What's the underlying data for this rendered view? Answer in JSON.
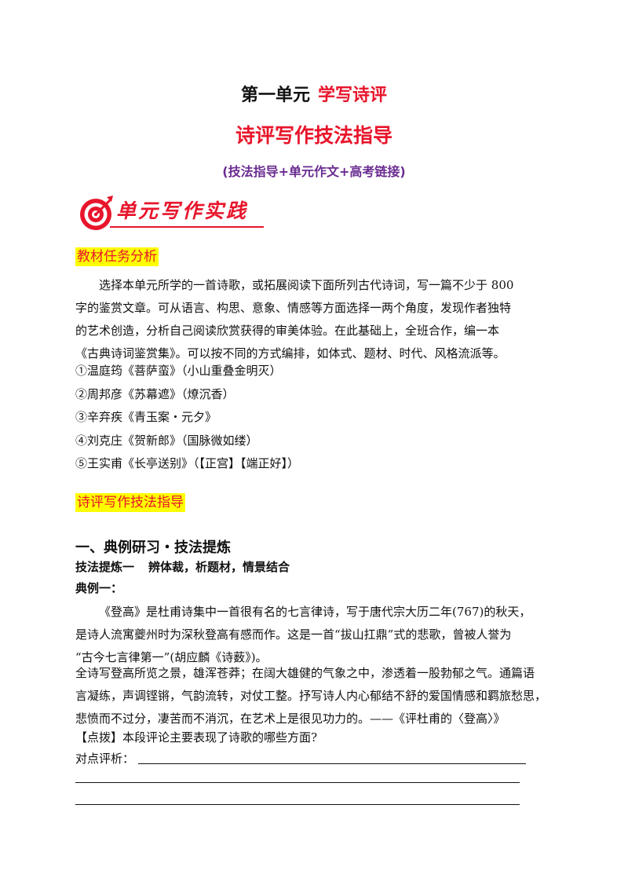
{
  "header": {
    "unit": "第一单元",
    "unit_topic": "学写诗评",
    "guide_title": "诗评写作技法指导",
    "subtitle": "(技法指导+单元作文+高考链接)"
  },
  "banner": {
    "text": "单元写作实践"
  },
  "section1": {
    "heading": "教材任务分析",
    "para_lines": [
      "选择本单元所学的一首诗歌，或拓展阅读下面所列古代诗词，写一篇不少于 800",
      "字的鉴赏文章。可从语言、构思、意象、情感等方面选择一两个角度，发现作者独特",
      "的艺术创造，分析自己阅读欣赏获得的审美体验。在此基础上，全班合作，编一本",
      "《古典诗词鉴赏集》。可以按不同的方式编排，如体式、题材、时代、风格流派等。"
    ],
    "poems": [
      "①温庭筠《菩萨蛮》（小山重叠金明灭）",
      "②周邦彦《苏幕遮》（燎沉香）",
      "③辛弃疾《青玉案・元夕》",
      "④刘克庄《贺新郎》（国脉微如缕）",
      "⑤王实甫《长亭送别》（【正宫】【端正好】）"
    ]
  },
  "section2": {
    "heading": "诗评写作技法指导",
    "h1": "一、典例研习・技法提炼",
    "h2_a": "技法提炼一",
    "h2_b": "辨体裁，析题材，情景结合",
    "example_label": "典例一：",
    "quote_a_lines": [
      "《登高》是杜甫诗集中一首很有名的七言律诗，写于唐代宗大历二年(767)的秋天，",
      "是诗人流寓夔州时为深秋登高有感而作。这是一首“拔山扛鼎”式的悲歌，曾被人誉为",
      "“古今七言律第一”(胡应麟《诗薮》)。"
    ],
    "quote_b_lines": [
      "全诗写登高所览之景，雄浑苍莽；在阔大雄健的气象之中，渗透着一股勃郁之气。通篇语",
      "言凝练，声调铿锵，气韵流转，对仗工整。抒写诗人内心郁结不舒的爱国情感和羁旅愁思，",
      "悲愤而不过分，凄苦而不消沉，在艺术上是很见功力的。——《评杜甫的〈登高〉》"
    ],
    "tip": "【点拨】本段评论主要表现了诗歌的哪些方面?",
    "review_label": "对点评析："
  }
}
